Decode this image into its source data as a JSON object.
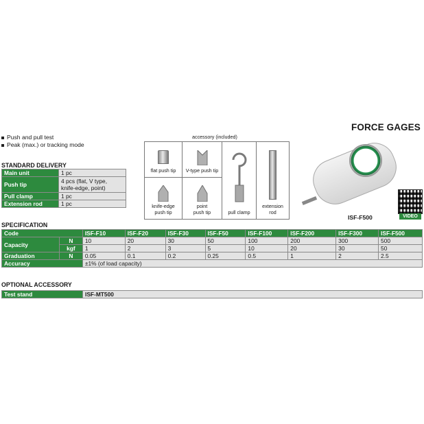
{
  "page": {
    "title": "FORCE GAGES"
  },
  "features": [
    "Push and pull test",
    "Peak (max.) or tracking mode"
  ],
  "standard_delivery": {
    "title": "STANDARD DELIVERY",
    "rows": [
      {
        "label": "Main unit",
        "value": "1 pc"
      },
      {
        "label": "Push tip",
        "value_lines": [
          "4 pcs (flat, V type,",
          "knife-edge, point)"
        ]
      },
      {
        "label": "Pull clamp",
        "value": "1 pc"
      },
      {
        "label": "Extension rod",
        "value": "1 pc"
      }
    ]
  },
  "accessory": {
    "caption": "accessory (included)",
    "items": [
      {
        "lines": [
          "flat push tip"
        ]
      },
      {
        "lines": [
          "V-type push tip"
        ]
      },
      {
        "lines": [
          "knife-edge",
          "push tip"
        ]
      },
      {
        "lines": [
          "point",
          "push tip"
        ]
      },
      {
        "lines": [
          "pull clamp"
        ]
      },
      {
        "lines": [
          "extension",
          "rod"
        ]
      }
    ]
  },
  "product": {
    "model": "ISF-F500",
    "qr_label": "VIDEO"
  },
  "specification": {
    "title": "SPECIFICATION",
    "code_label": "Code",
    "models": [
      "ISF-F10",
      "ISF-F20",
      "ISF-F30",
      "ISF-F50",
      "ISF-F100",
      "ISF-F200",
      "ISF-F300",
      "ISF-F500"
    ],
    "capacity_label": "Capacity",
    "capacity_n_unit": "N",
    "capacity_n": [
      "10",
      "20",
      "30",
      "50",
      "100",
      "200",
      "300",
      "500"
    ],
    "capacity_kgf_unit": "kgf",
    "capacity_kgf": [
      "1",
      "2",
      "3",
      "5",
      "10",
      "20",
      "30",
      "50"
    ],
    "graduation_label": "Graduation",
    "graduation_unit": "N",
    "graduation": [
      "0.05",
      "0.1",
      "0.2",
      "0.25",
      "0.5",
      "1",
      "2",
      "2.5"
    ],
    "accuracy_label": "Accuracy",
    "accuracy": "±1% (of load capacity)"
  },
  "optional_accessory": {
    "title": "OPTIONAL ACCESSORY",
    "rows": [
      {
        "label": "Test stand",
        "value": "ISF-MT500"
      }
    ]
  }
}
